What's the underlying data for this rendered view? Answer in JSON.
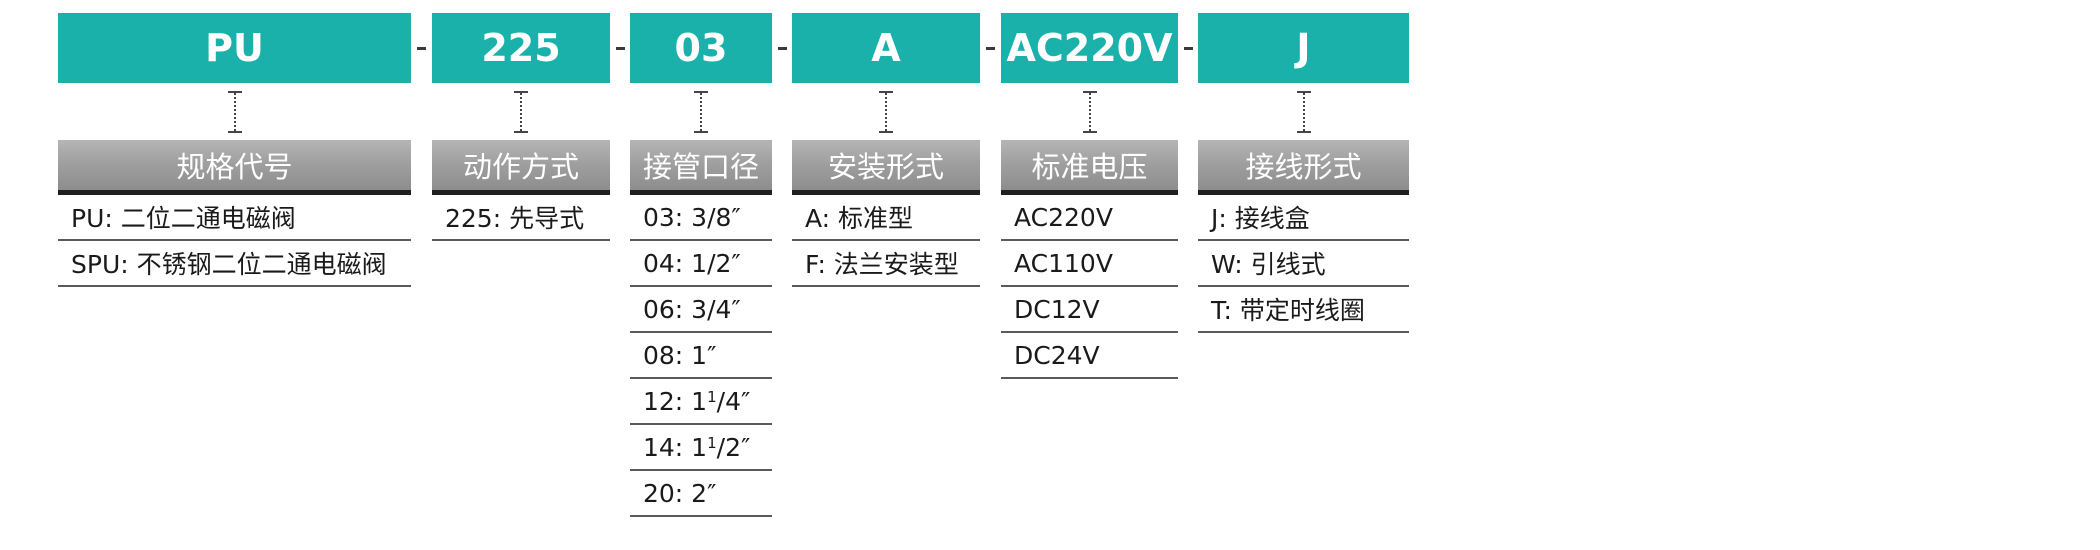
{
  "separator": "-",
  "segments": [
    {
      "code": "PU",
      "header": "规格代号",
      "options": [
        "PU: 二位二通电磁阀",
        "SPU: 不锈钢二位二通电磁阀"
      ]
    },
    {
      "code": "225",
      "header": "动作方式",
      "options": [
        "225: 先导式"
      ]
    },
    {
      "code": "03",
      "header": "接管口径",
      "options": [
        "03: 3/8″",
        "04: 1/2″",
        "06: 3/4″",
        "08: 1″",
        "12: 1¹/4″",
        "14: 1¹/2″",
        "20: 2″"
      ]
    },
    {
      "code": "A",
      "header": "安装形式",
      "options": [
        "A: 标准型",
        "F: 法兰安装型"
      ]
    },
    {
      "code": "AC220V",
      "header": "标准电压",
      "options": [
        "AC220V",
        "AC110V",
        "DC12V",
        "DC24V"
      ]
    },
    {
      "code": "J",
      "header": "接线形式",
      "options": [
        "J: 接线盒",
        "W: 引线式",
        "T: 带定时线圈"
      ]
    }
  ],
  "colors": {
    "code_bg": "#1ab1ab",
    "header_bg": "#a0a0a0",
    "rule": "#1f1f1f"
  }
}
